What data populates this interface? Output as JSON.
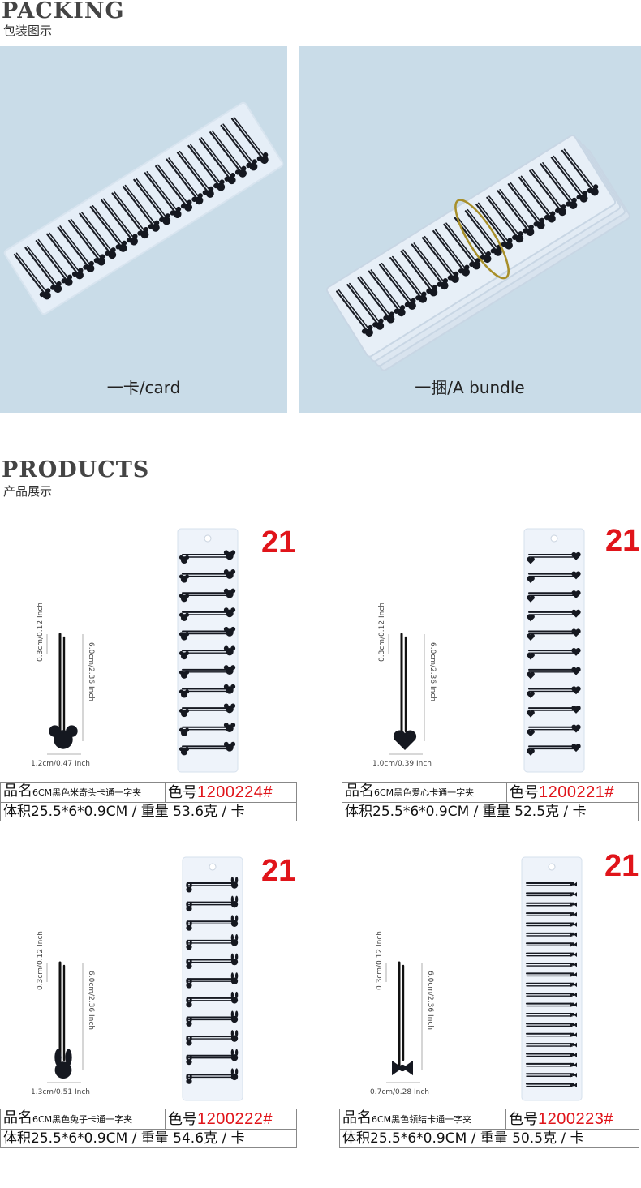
{
  "packing": {
    "title": "PACKING",
    "subtitle": "包装图示",
    "card_caption": "一卡/card",
    "bundle_caption": "一捆/A bundle"
  },
  "products_section": {
    "title": "PRODUCTS",
    "subtitle": "产品展示"
  },
  "products": [
    {
      "count": "21",
      "dim_top": "0.3cm/0.12 Inch",
      "dim_length": "6.0cm/2.36 Inch",
      "dim_width": "1.2cm/0.47 Inch",
      "name_label": "品名",
      "name": "6CM黑色米奇头卡通一字夹",
      "color_label": "色号",
      "code": "1200224#",
      "spec": "体积25.5*6*0.9CM / 重量 53.6克 / 卡",
      "shape": "mickey"
    },
    {
      "count": "21",
      "dim_top": "0.3cm/0.12 Inch",
      "dim_length": "6.0cm/2.36 Inch",
      "dim_width": "1.0cm/0.39 Inch",
      "name_label": "品名",
      "name": "6CM黑色爱心卡通一字夹",
      "color_label": "色号",
      "code": "1200221#",
      "spec": "体积25.5*6*0.9CM / 重量 52.5克 / 卡",
      "shape": "heart"
    },
    {
      "count": "21",
      "dim_top": "0.3cm/0.12 Inch",
      "dim_length": "6.0cm/2.36 Inch",
      "dim_width": "1.3cm/0.51 Inch",
      "name_label": "品名",
      "name": "6CM黑色兔子卡通一字夹",
      "color_label": "色号",
      "code": "1200222#",
      "spec": "体积25.5*6*0.9CM / 重量 54.6克 / 卡",
      "shape": "bunny"
    },
    {
      "count": "21",
      "dim_top": "0.3cm/0.12 Inch",
      "dim_length": "6.0cm/2.36 Inch",
      "dim_width": "0.7cm/0.28 Inch",
      "name_label": "品名",
      "name": "6CM黑色领结卡通一字夹",
      "color_label": "色号",
      "code": "1200223#",
      "spec": "体积25.5*6*0.9CM / 重量 50.5克 / 卡",
      "shape": "bow"
    }
  ],
  "colors": {
    "accent_red": "#e0141a",
    "panel_blue": "#c9dce8",
    "card_white": "#eef3fa"
  }
}
